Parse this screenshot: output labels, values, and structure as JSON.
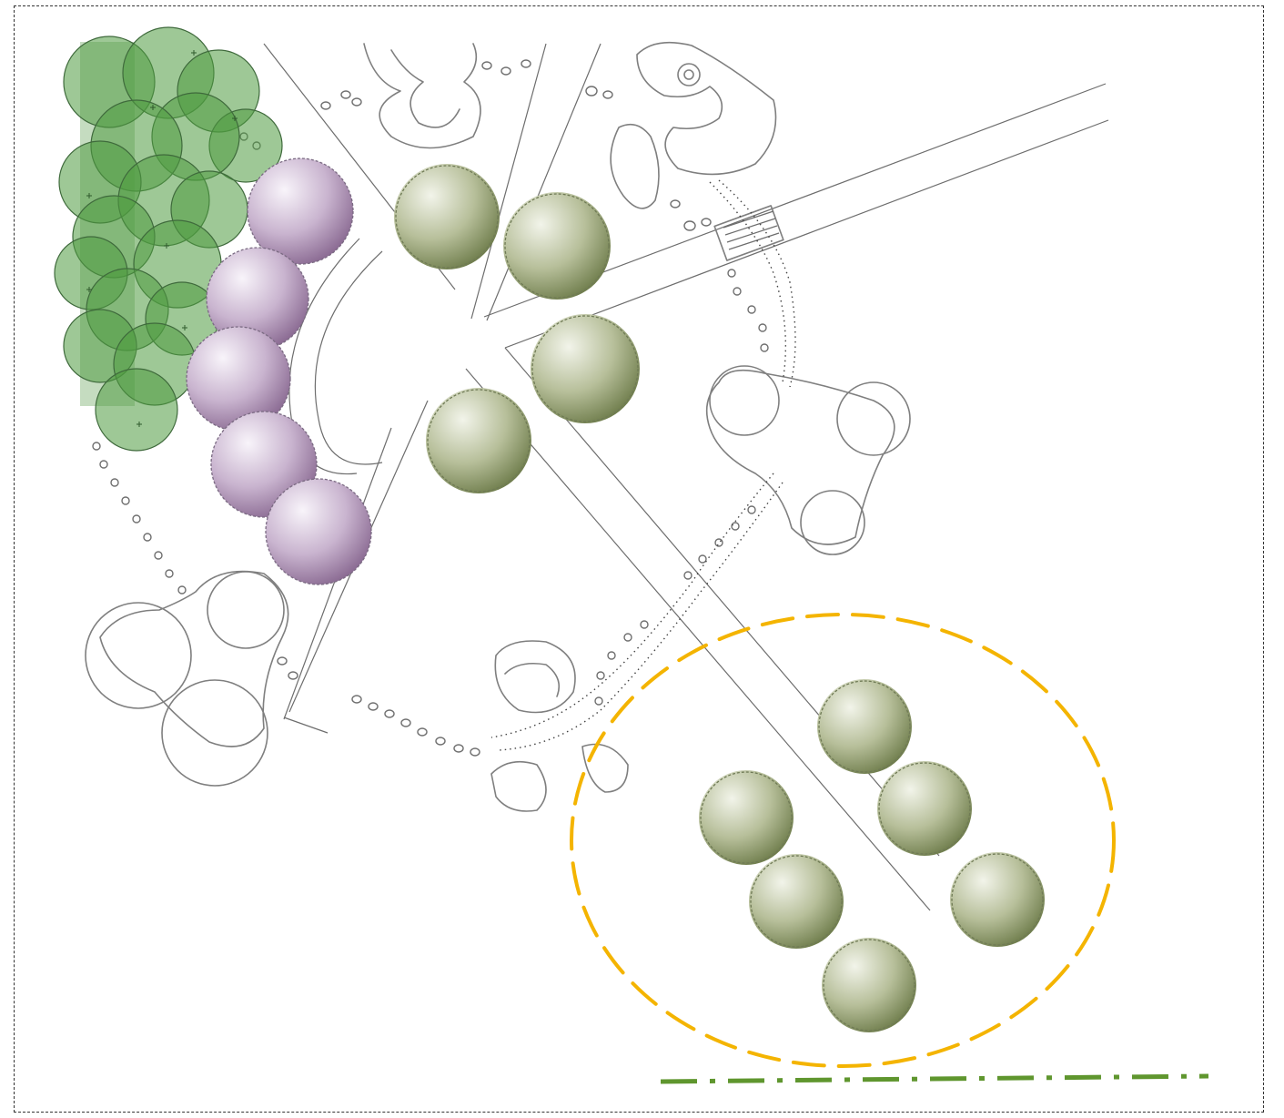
{
  "plan": {
    "colors": {
      "frame": "#333333",
      "paper": "#ffffff",
      "sketch_line": "#7f7f7f",
      "olive_tree_dark": "#6f7d4c",
      "olive_tree_light": "#e4e8d8",
      "purple_tree_dark": "#8a6a92",
      "purple_tree_light": "#f3eef5",
      "green_canopy": "#4f9a3f",
      "green_canopy_dark": "#3f7a44",
      "highlight_ellipse": "#f4b400",
      "boundary_line": "#5f962e"
    },
    "icons": {
      "highlight": "dashed-ellipse",
      "boundary": "dash-dot-line",
      "tree": "circle-crown"
    }
  }
}
